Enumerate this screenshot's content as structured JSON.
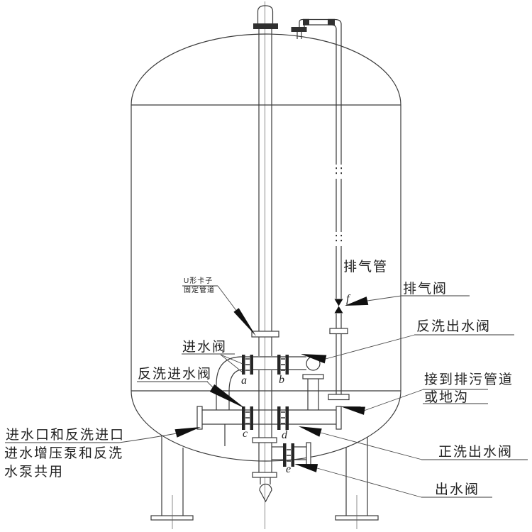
{
  "diagram": {
    "labels": {
      "vent_pipe": "排气管",
      "vent_valve": "排气阀",
      "backwash_outlet_valve": "反洗出水阀",
      "inlet_valve": "进水阀",
      "backwash_inlet_valve": "反洗进水阀",
      "drain_note_line1": "接到排污管道",
      "drain_note_line2": "或地沟",
      "rinse_outlet_valve": "正洗出水阀",
      "outlet_valve": "出水阀",
      "inlet_note_line1": "进水口和反洗进口",
      "inlet_note_line2": "进水增压泵和反洗",
      "inlet_note_line3": "水泵共用",
      "clamp_note_line1": "U形卡子",
      "clamp_note_line2": "固定管道"
    },
    "valve_tags": {
      "a": "a",
      "b": "b",
      "c": "c",
      "d": "d",
      "e": "e",
      "f": "f"
    },
    "colors": {
      "line": "#3a3a3a",
      "ink": "#101010",
      "background": "#ffffff"
    }
  }
}
